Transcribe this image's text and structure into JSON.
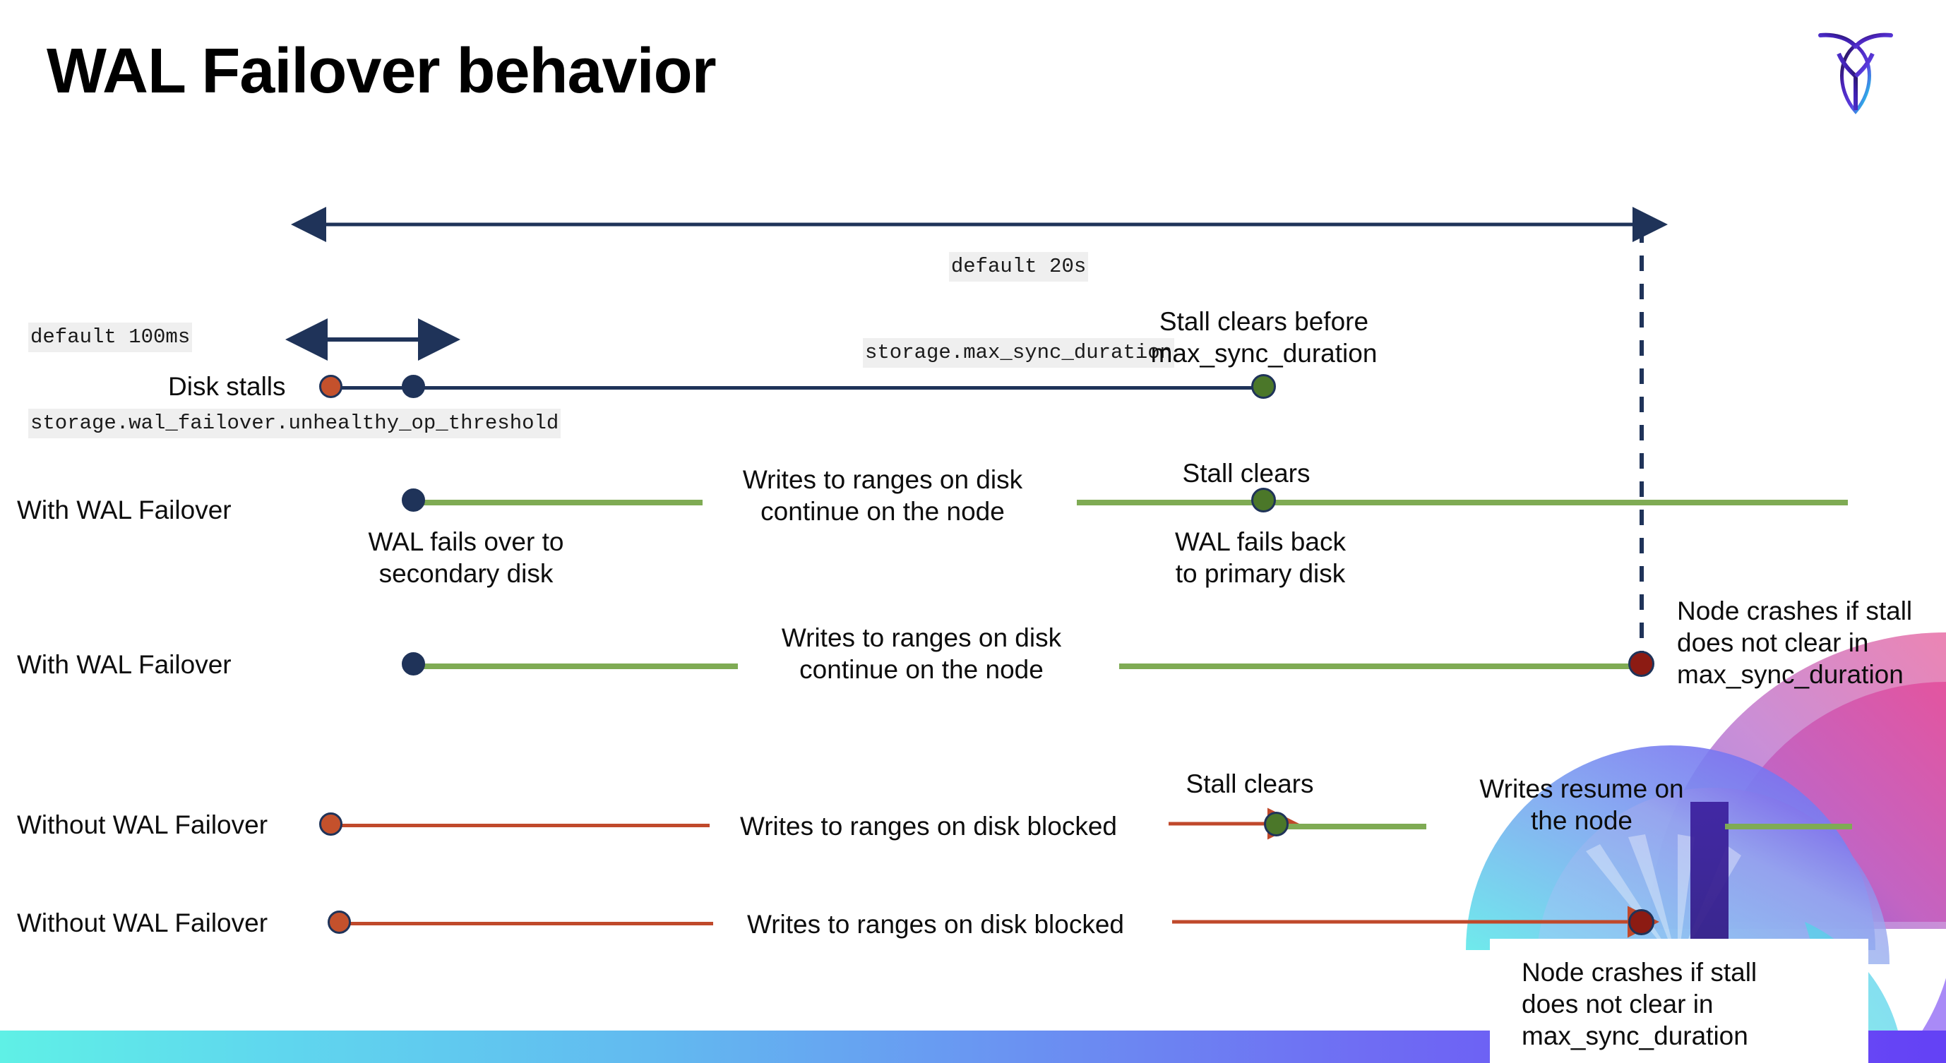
{
  "slide": {
    "title": "WAL Failover behavior",
    "logo_name": "cockroachdb-logo"
  },
  "annotations": {
    "max_sync_duration": {
      "default": "default 20s",
      "setting": "storage.max_sync_duration"
    },
    "unhealthy_op_threshold": {
      "default": "default 100ms",
      "setting": "storage.wal_failover.unhealthy_op_threshold"
    }
  },
  "rows": [
    {
      "label": "Disk stalls",
      "callouts": [
        {
          "text": "Stall clears before\nmax_sync_duration"
        }
      ]
    },
    {
      "label": "With WAL Failover",
      "callouts": [
        {
          "text": "Writes to ranges on disk\ncontinue on the node"
        },
        {
          "text": "Stall clears"
        },
        {
          "text": "WAL fails over to\nsecondary disk"
        },
        {
          "text": "WAL fails  back\nto primary disk"
        }
      ]
    },
    {
      "label": "With WAL Failover",
      "callouts": [
        {
          "text": "Writes to ranges on disk\ncontinue on the node"
        },
        {
          "text": "Node crashes if stall\ndoes not clear in\nmax_sync_duration"
        }
      ]
    },
    {
      "label": "Without WAL Failover",
      "callouts": [
        {
          "text": "Writes to ranges on disk  blocked"
        },
        {
          "text": "Stall clears"
        },
        {
          "text": "Writes resume on\nthe node"
        }
      ]
    },
    {
      "label": "Without WAL Failover",
      "callouts": [
        {
          "text": "Writes to ranges on disk  blocked"
        },
        {
          "text": "Node crashes if stall\ndoes not clear in\nmax_sync_duration"
        }
      ]
    }
  ],
  "text": {
    "title": "WAL Failover behavior",
    "max_sync_default": "default 20s",
    "max_sync_setting": "storage.max_sync_duration",
    "unhealthy_default": "default 100ms",
    "unhealthy_setting": "storage.wal_failover.unhealthy_op_threshold",
    "label_disk_stalls": "Disk stalls",
    "label_with_failover_1": "With WAL Failover",
    "label_with_failover_2": "With WAL Failover",
    "label_without_failover_1": "Without WAL Failover",
    "label_without_failover_2": "Without WAL Failover",
    "stall_clears_before": "Stall clears before\nmax_sync_duration",
    "writes_continue_1": "Writes to ranges on disk\ncontinue on the node",
    "writes_continue_2": "Writes to ranges on disk\ncontinue on the node",
    "stall_clears_row2": "Stall clears",
    "wal_fails_over": "WAL fails over to\nsecondary disk",
    "wal_fails_back": "WAL fails  back\nto primary disk",
    "node_crashes_right": "Node crashes if stall\ndoes not clear in\nmax_sync_duration",
    "writes_blocked_1": "Writes to ranges on disk  blocked",
    "stall_clears_row4": "Stall clears",
    "writes_resume": "Writes resume on\nthe node",
    "writes_blocked_2": "Writes to ranges on disk  blocked",
    "node_crashes_bottom": "Node crashes if stall\ndoes not clear in\nmax_sync_duration"
  },
  "colors": {
    "navy": "#1f3359",
    "green_line": "#7fab54",
    "green_marker": "#4b7729",
    "orange": "#c4512c",
    "orange_line": "#c0492b",
    "dark_red": "#8c1b13",
    "code_bg": "#efefef",
    "bar_start": "#5ff0e6",
    "bar_end": "#6441f5"
  }
}
